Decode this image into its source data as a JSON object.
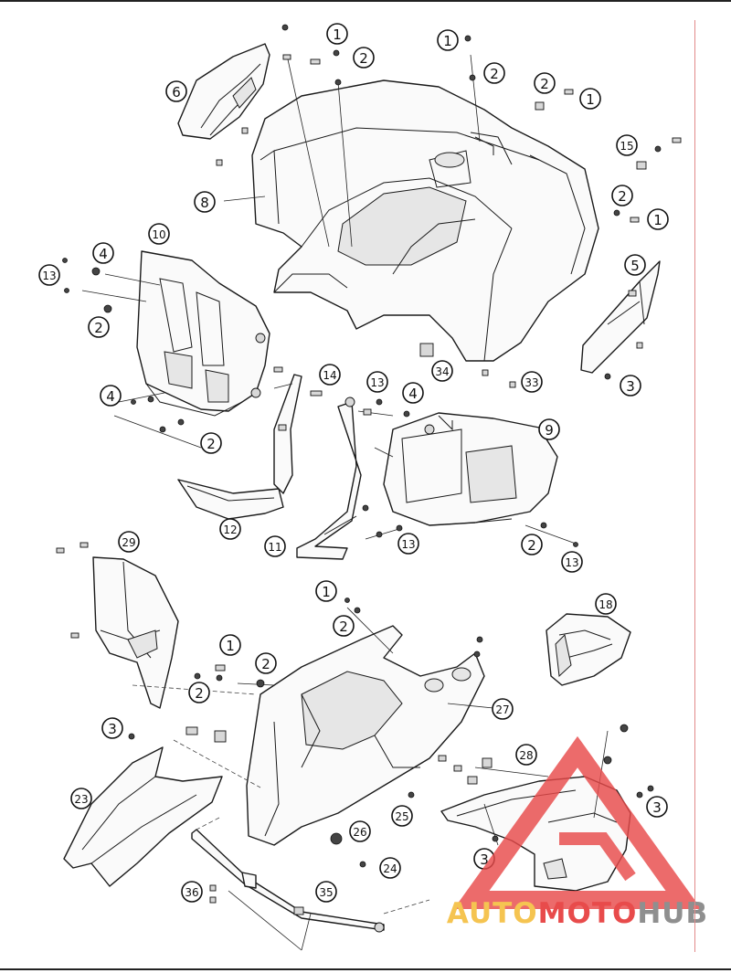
{
  "diagram": {
    "callouts": [
      {
        "label": "1"
      },
      {
        "label": "2"
      },
      {
        "label": "1"
      },
      {
        "label": "2"
      },
      {
        "label": "2"
      },
      {
        "label": "1"
      },
      {
        "label": "6"
      },
      {
        "label": "15"
      },
      {
        "label": "8"
      },
      {
        "label": "2"
      },
      {
        "label": "1"
      },
      {
        "label": "10"
      },
      {
        "label": "4"
      },
      {
        "label": "13"
      },
      {
        "label": "5"
      },
      {
        "label": "2"
      },
      {
        "label": "14"
      },
      {
        "label": "13"
      },
      {
        "label": "34"
      },
      {
        "label": "33"
      },
      {
        "label": "3"
      },
      {
        "label": "4"
      },
      {
        "label": "4"
      },
      {
        "label": "9"
      },
      {
        "label": "2"
      },
      {
        "label": "12"
      },
      {
        "label": "11"
      },
      {
        "label": "13"
      },
      {
        "label": "2"
      },
      {
        "label": "13"
      },
      {
        "label": "29"
      },
      {
        "label": "1"
      },
      {
        "label": "18"
      },
      {
        "label": "2"
      },
      {
        "label": "1"
      },
      {
        "label": "2"
      },
      {
        "label": "2"
      },
      {
        "label": "27"
      },
      {
        "label": "3"
      },
      {
        "label": "28"
      },
      {
        "label": "23"
      },
      {
        "label": "3"
      },
      {
        "label": "25"
      },
      {
        "label": "26"
      },
      {
        "label": "3"
      },
      {
        "label": "24"
      },
      {
        "label": "36"
      },
      {
        "label": "35"
      }
    ]
  },
  "watermark": {
    "part1": "AUTO",
    "part2": "MOTO",
    "part3": "HUB",
    "color_accent": "#e84b4b",
    "color_yellow": "#f5c451",
    "color_gray": "#8f8f8f"
  }
}
